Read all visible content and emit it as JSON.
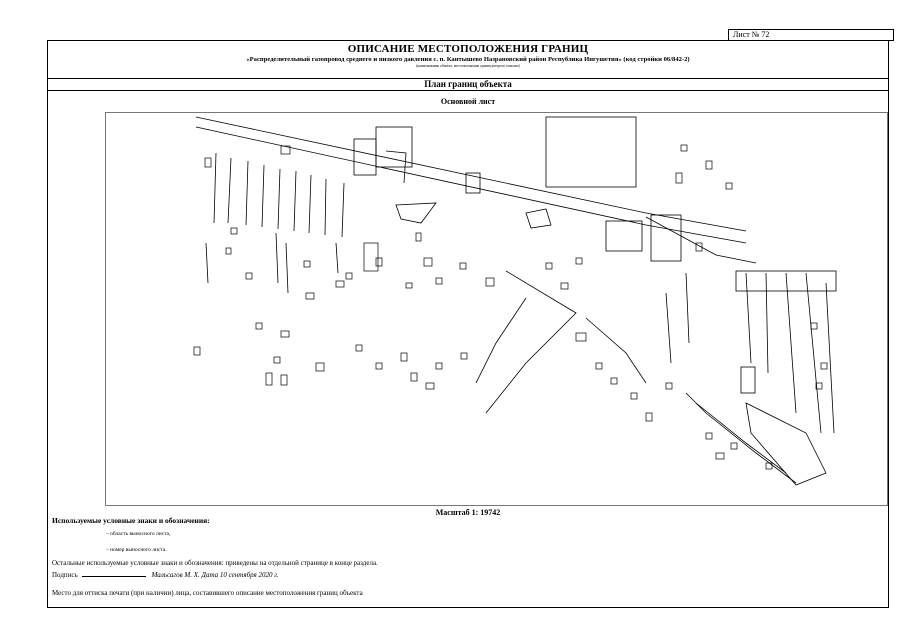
{
  "sheet": {
    "number": "Лист № 72"
  },
  "header": {
    "title": "ОПИСАНИЕ МЕСТОПОЛОЖЕНИЯ ГРАНИЦ",
    "subtitle": "«Распределительный газопровод среднего и низкого давления с. п. Кантышево Назрановский район Республика Ингушетия» (код стройки 06/842-2)",
    "note": "(наименование объекта, местоположение границ которого описано)"
  },
  "plan": {
    "title": "План границ объекта",
    "subtitle": "Основной лист"
  },
  "scale": "Масштаб 1: 19742",
  "legend": {
    "title": "Используемые условные знаки и обозначения:",
    "items": [
      "– область выносного листа,",
      "– номер выносного листа."
    ]
  },
  "other_signs": "Остальные используемые условные знаки и обозначения: приведены на отдельной странице в конце раздела.",
  "signature": {
    "label": "Подпись",
    "signer": "Мальсагов М. Х.",
    "date_label": "Дата",
    "date": "10 сентября 2020 г."
  },
  "stamp_place": "Место для оттиска печати (при наличии) лица, составившего описание местоположения границ объекта",
  "colors": {
    "line": "#000000",
    "border": "#000000",
    "map_border": "#777777"
  }
}
